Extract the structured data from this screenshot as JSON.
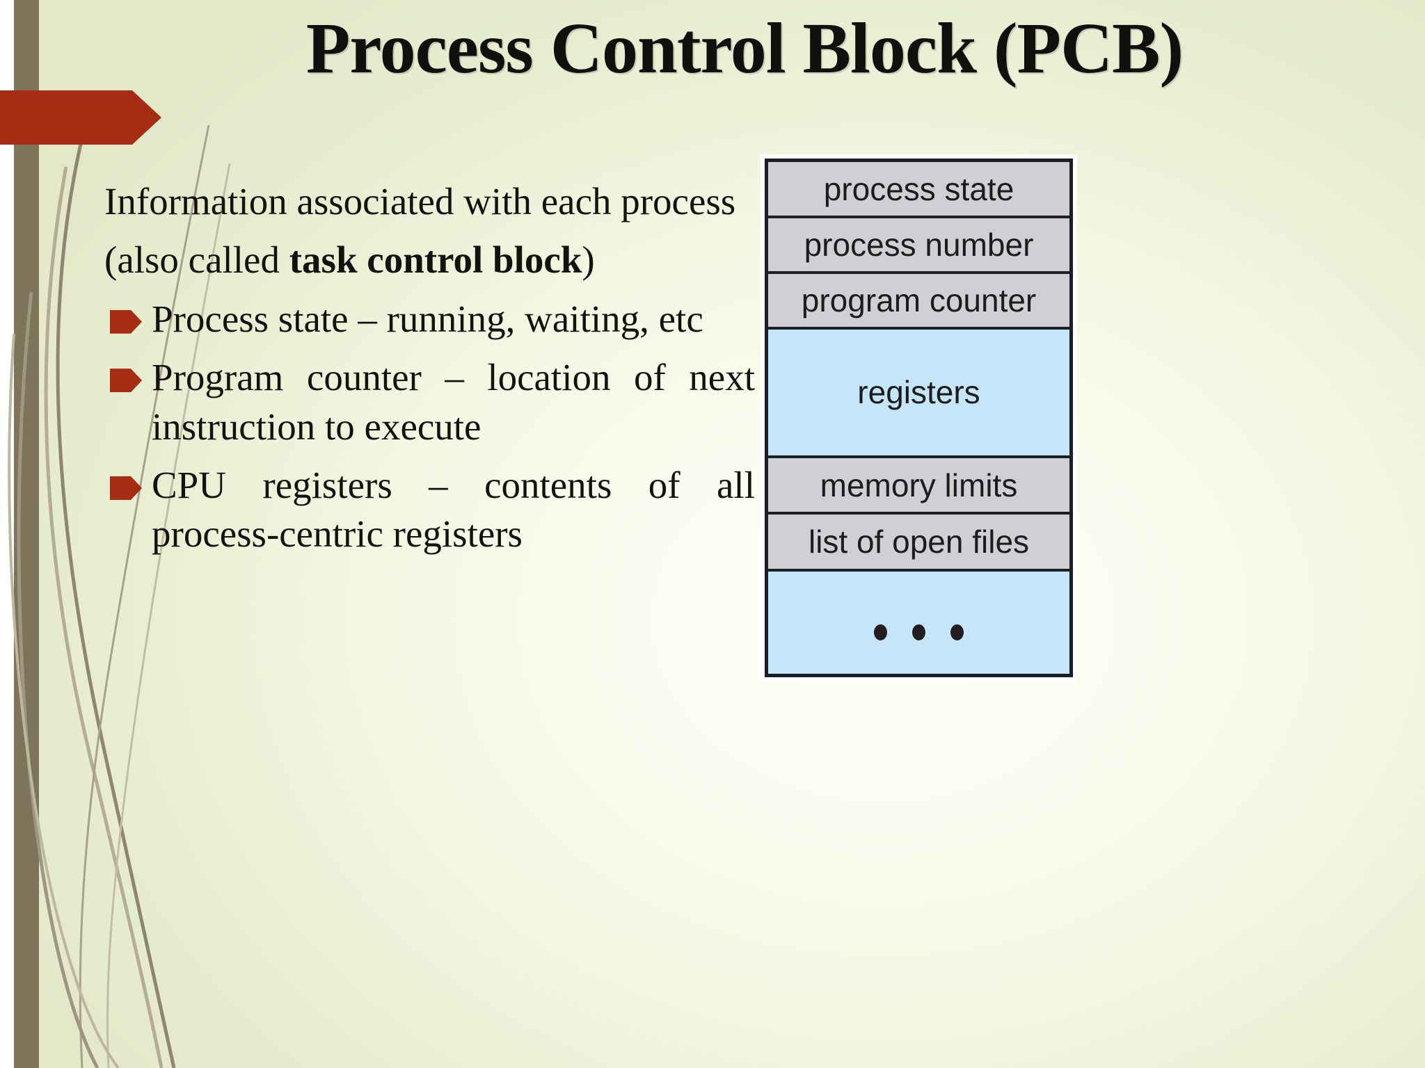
{
  "slide": {
    "title": "Process Control Block (PCB)",
    "accent_color": "#a62d14",
    "band_color": "#7d7459",
    "background_color": "#eef2dc"
  },
  "body": {
    "intro": "Information associated with each process",
    "alias_prefix": "(also called ",
    "alias_bold": "task control block",
    "alias_suffix": ")",
    "bullets": [
      "Process state – running, waiting, etc",
      "Program counter – location of next instruction to execute",
      "CPU registers – contents of all process-centric registers"
    ],
    "bullet_icon": "arrow-bullet"
  },
  "pcb_diagram": {
    "rows": [
      {
        "label": "process state",
        "fill": "#d0d0d4",
        "height": 82
      },
      {
        "label": "process number",
        "fill": "#d0d0d4",
        "height": 80
      },
      {
        "label": "program counter",
        "fill": "#d0d0d4",
        "height": 80
      },
      {
        "label": "registers",
        "fill": "#c5e6f8",
        "height": 192
      },
      {
        "label": "memory limits",
        "fill": "#d0d0d4",
        "height": 82
      },
      {
        "label": "list of open files",
        "fill": "#d0d0d4",
        "height": 82
      },
      {
        "label": "",
        "fill": "#c5e6f8",
        "height": 156,
        "dots": 3
      }
    ],
    "border_color": "#1a1f26",
    "gray_fill": "#d0d0d4",
    "blue_fill": "#c5e6f8"
  }
}
